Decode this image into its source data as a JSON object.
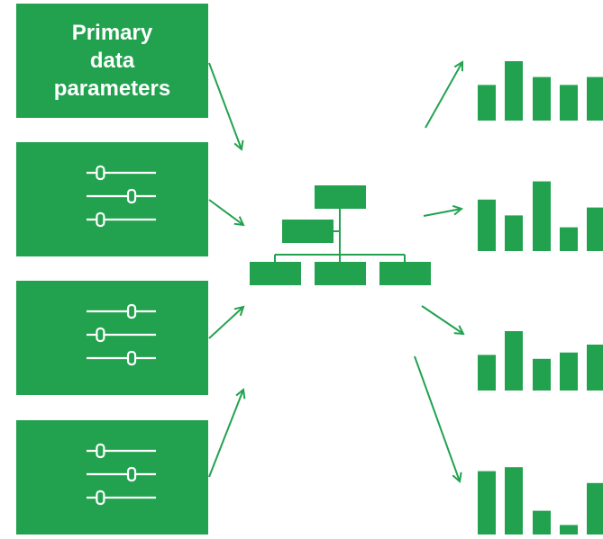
{
  "title_box": {
    "text": "Primary\ndata\nparameters"
  },
  "colors": {
    "green": "#22a24f",
    "white": "#ffffff"
  },
  "slider_boxes": [
    {
      "knobs": [
        0.2,
        0.65,
        0.2
      ]
    },
    {
      "knobs": [
        0.65,
        0.2,
        0.65
      ]
    },
    {
      "knobs": [
        0.2,
        0.65,
        0.2
      ]
    }
  ],
  "bar_groups": [
    {
      "values": [
        45,
        75,
        55,
        45,
        55
      ]
    },
    {
      "values": [
        65,
        45,
        88,
        30,
        55
      ]
    },
    {
      "values": [
        45,
        75,
        40,
        48,
        58
      ]
    },
    {
      "values": [
        80,
        85,
        30,
        12,
        65
      ]
    }
  ],
  "icons": {
    "sliders": "slider-controls-icon",
    "hierarchy": "hierarchy-icon",
    "chart": "bar-chart-icon",
    "arrow": "arrow-icon"
  }
}
